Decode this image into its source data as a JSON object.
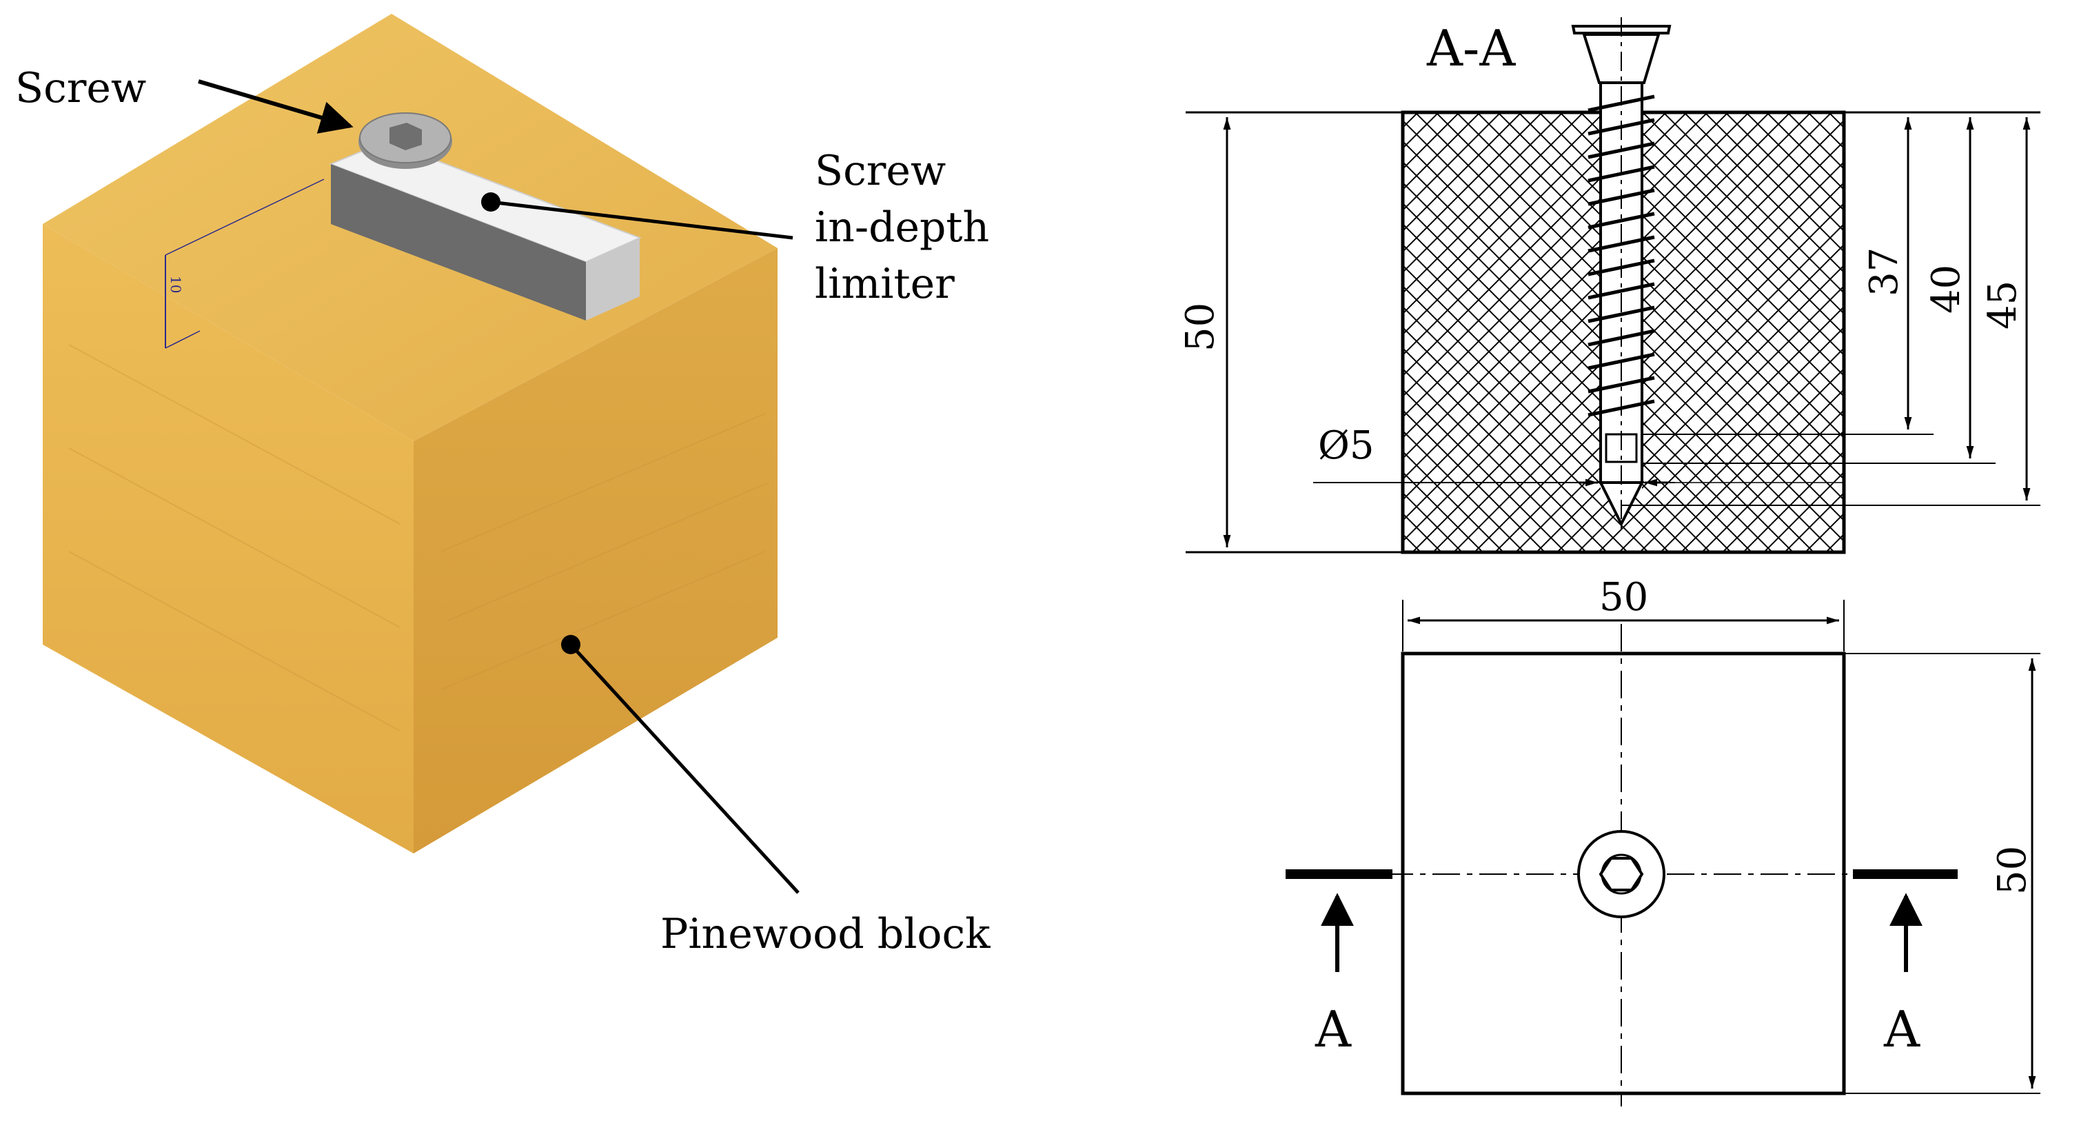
{
  "labels": {
    "screw": "Screw",
    "limiter_line1": "Screw",
    "limiter_line2": "in-depth",
    "limiter_line3": "limiter",
    "block": "Pinewood block",
    "iso_dim": "10"
  },
  "section_view": {
    "title": "A-A",
    "dim_height": "50",
    "dim_37": "37",
    "dim_40": "40",
    "dim_45": "45",
    "dim_diameter": "Ø5"
  },
  "top_view": {
    "dim_width": "50",
    "dim_height": "50",
    "section_mark_left": "A",
    "section_mark_right": "A"
  },
  "colors": {
    "wood_top": "#e9bb55",
    "wood_left": "#e5b24a",
    "wood_right": "#d79b3a",
    "limiter_top": "#f4f4f4",
    "limiter_front": "#6e6e6e",
    "screw_head": "#9a9a9a",
    "ink": "#000000"
  }
}
